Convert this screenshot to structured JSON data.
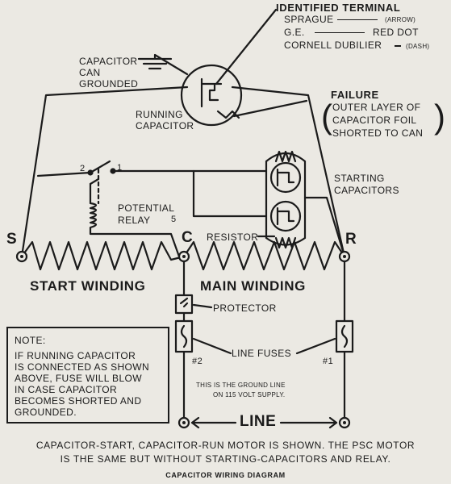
{
  "identified_terminal": {
    "title": "IDENTIFIED TERMINAL",
    "rows": [
      {
        "maker": "SPRAGUE",
        "mark": "(ARROW)"
      },
      {
        "maker": "G.E.",
        "mark": "RED DOT"
      },
      {
        "maker": "CORNELL DUBILIER",
        "mark": "(DASH)"
      }
    ]
  },
  "labels": {
    "capacitor_can": [
      "CAPACITOR",
      "CAN",
      "GROUNDED"
    ],
    "running_capacitor": [
      "RUNNING",
      "CAPACITOR"
    ],
    "failure_title": "FAILURE",
    "failure_text": [
      "OUTER LAYER OF",
      "CAPACITOR FOIL",
      "SHORTED TO CAN"
    ],
    "starting_capacitors": [
      "STARTING",
      "CAPACITORS"
    ],
    "potential_relay": [
      "POTENTIAL",
      "RELAY"
    ],
    "relay_terminals": {
      "t2": "2",
      "t1": "1",
      "t5": "5"
    },
    "resistor": "RESISTOR",
    "terminal_s": "S",
    "terminal_c": "C",
    "terminal_r": "R",
    "start_winding": "START WINDING",
    "main_winding": "MAIN WINDING",
    "protector": "PROTECTOR",
    "line_fuses": "LINE FUSES",
    "fuse_2": "#2",
    "fuse_1": "#1",
    "ground_line": [
      "THIS IS THE GROUND LINE",
      "ON 115 VOLT SUPPLY."
    ],
    "line": "LINE"
  },
  "note": {
    "title": "NOTE:",
    "lines": [
      "IF RUNNING CAPACITOR",
      "IS CONNECTED AS SHOWN",
      "ABOVE, FUSE WILL BLOW",
      "IN CASE CAPACITOR",
      "BECOMES SHORTED AND",
      "GROUNDED."
    ]
  },
  "caption": {
    "line1": "CAPACITOR-START, CAPACITOR-RUN MOTOR IS SHOWN.  THE PSC MOTOR",
    "line2": "IS THE SAME BUT WITHOUT STARTING-CAPACITORS AND RELAY.",
    "title": "CAPACITOR WIRING DIAGRAM"
  }
}
